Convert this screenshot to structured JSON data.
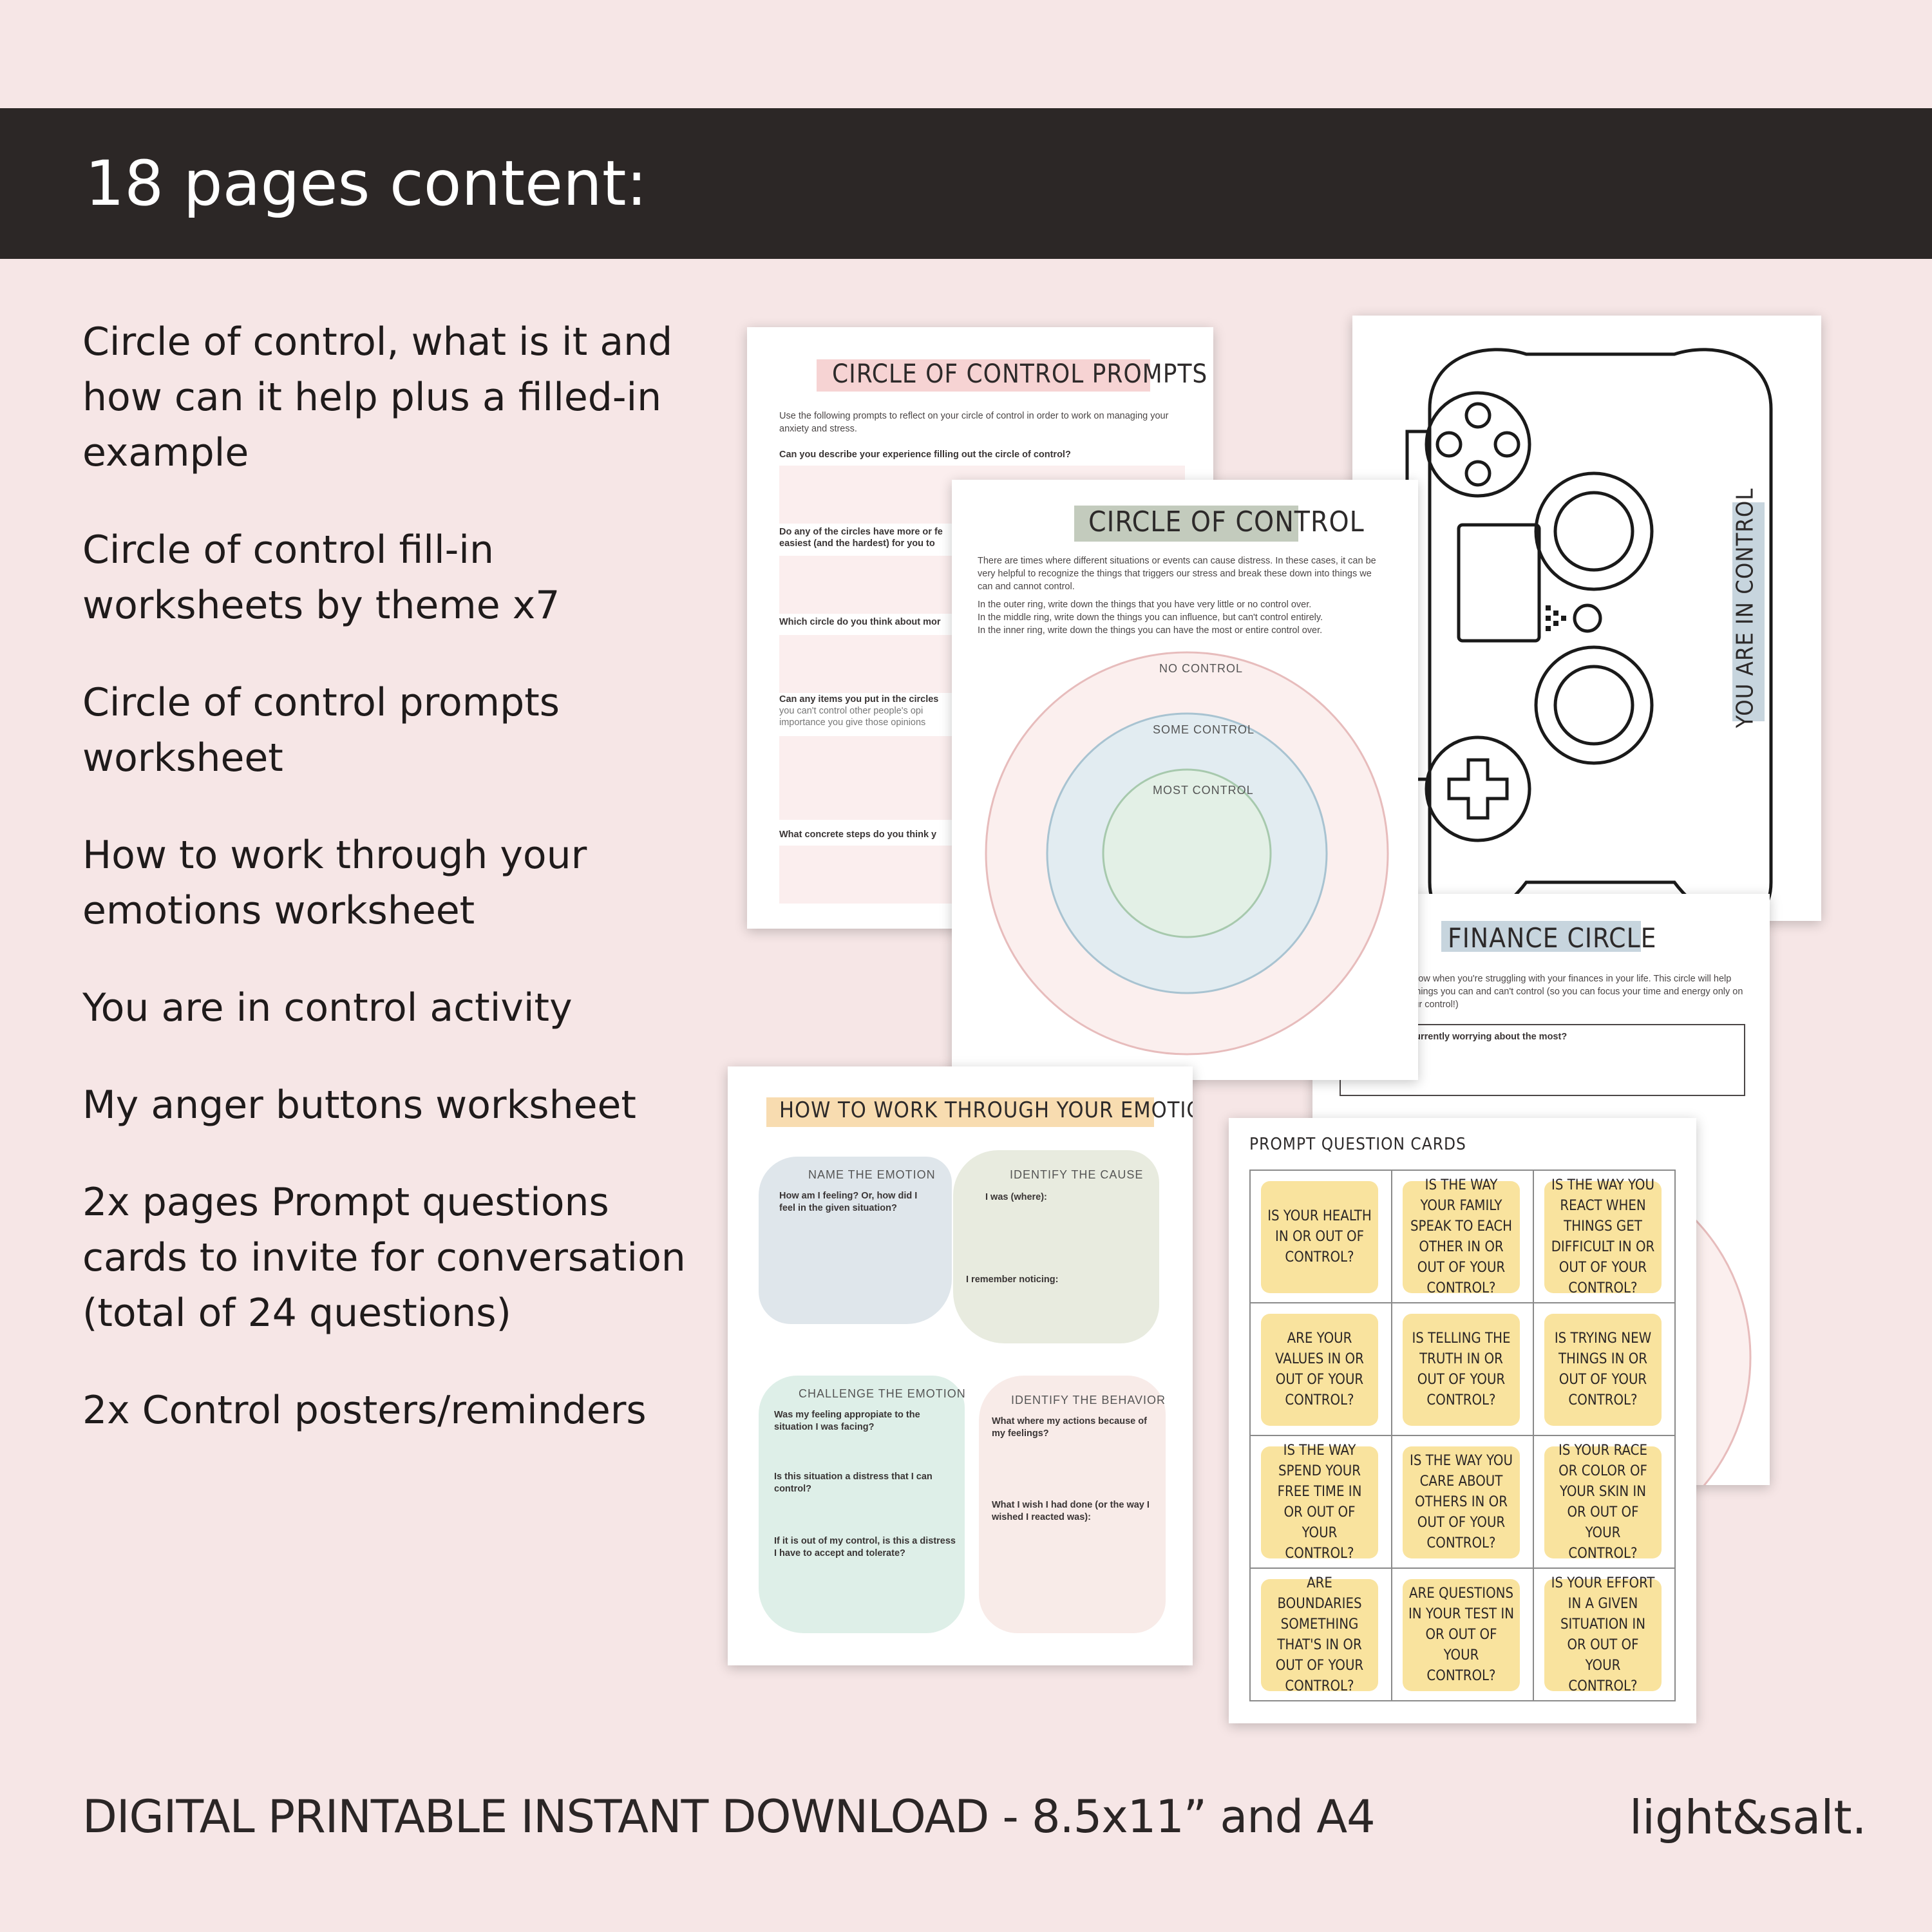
{
  "banner": {
    "title": "18 pages content:"
  },
  "contents": [
    "Circle of control, what is it and how can it help plus a filled-in example",
    "Circle of control fill-in worksheets by theme x7",
    "Circle of control prompts worksheet",
    "How to work through your emotions worksheet",
    "You are in control activity",
    "My anger buttons worksheet",
    "2x pages Prompt questions cards to invite for conversation (total of 24 questions)",
    "2x Control posters/reminders"
  ],
  "prompts_page": {
    "title": "CIRCLE OF CONTROL PROMPTS",
    "intro": "Use the following prompts to reflect on your circle of control in order to work on managing your anxiety and stress.",
    "questions": [
      "Can you describe your experience filling out the circle of control?",
      "Do any of the circles have more or fe",
      "easiest (and the hardest) for you to",
      "Which circle do you think about mor",
      "Can any items you put in the circles",
      "you can't control other people's opi",
      "importance you give those opinions",
      "What concrete steps do you think y"
    ]
  },
  "circle_page": {
    "title": "CIRCLE OF CONTROL",
    "intro": "There are times where different situations or events can cause distress. In these cases, it can be very helpful to recognize the things that triggers our stress and break these down into things we can and cannot control.",
    "instr1": "In the outer ring, write down the things that you have very little or no control over.",
    "instr2": "In the middle ring, write down the things you can influence, but can't control entirely.",
    "instr3": "In the inner ring, write down the things you can have the most or entire control over.",
    "ring_outer": "NO CONTROL",
    "ring_middle": "SOME CONTROL",
    "ring_inner": "MOST CONTROL",
    "colors": {
      "outer": "#fbefee",
      "middle": "#e2ecf1",
      "inner": "#e3f0e6"
    }
  },
  "poster_page": {
    "title": "YOU ARE IN CONTROL",
    "icon": "game-controller-icon"
  },
  "finance_page": {
    "title": "FINANCE CIRCLE",
    "intro": "Fill in the circle below when you're struggling with your finances in your life. This circle will help you visualize the things you can and can't control (so you can focus your time and energy only on what it's within your control!)",
    "box_question": "What are you currently worrying about the most?"
  },
  "emotions_page": {
    "title": "HOW TO WORK THROUGH YOUR EMOTIONS",
    "name_title": "NAME THE EMOTION",
    "name_q": "How am I feeling? Or, how did I feel in the given situation?",
    "cause_title": "IDENTIFY THE CAUSE",
    "cause_q1": "I was (where):",
    "cause_q2": "I remember noticing:",
    "challenge_title": "CHALLENGE THE EMOTION",
    "challenge_q1": "Was my feeling appropiate to the situation I was facing?",
    "challenge_q2": "Is this situation a distress that I can control?",
    "challenge_q3": "If it is out of my control, is this a distress I have to accept and tolerate?",
    "behavior_title": "IDENTIFY THE BEHAVIOR",
    "behavior_q1": "What where my actions because of my feelings?",
    "behavior_q2": "What I wish I had done (or the way I wished I reacted was):"
  },
  "cards_page": {
    "title": "PROMPT QUESTION CARDS",
    "cards": [
      "IS YOUR HEALTH IN OR OUT OF CONTROL?",
      "IS THE WAY YOUR FAMILY SPEAK TO EACH OTHER IN OR OUT OF YOUR CONTROL?",
      "IS THE WAY YOU REACT WHEN THINGS GET DIFFICULT IN OR OUT OF YOUR CONTROL?",
      "ARE YOUR VALUES IN OR OUT OF YOUR CONTROL?",
      "IS TELLING THE TRUTH IN OR OUT OF YOUR CONTROL?",
      "IS TRYING NEW THINGS IN OR OUT OF YOUR CONTROL?",
      "IS THE WAY SPEND YOUR FREE TIME IN OR OUT OF YOUR CONTROL?",
      "IS THE WAY YOU CARE ABOUT OTHERS IN OR OUT OF YOUR CONTROL?",
      "IS YOUR RACE OR COLOR OF YOUR SKIN IN OR OUT OF YOUR CONTROL?",
      "ARE BOUNDARIES SOMETHING THAT'S IN OR OUT OF YOUR CONTROL?",
      "ARE QUESTIONS IN YOUR TEST IN OR OUT OF YOUR CONTROL?",
      "IS YOUR EFFORT IN A GIVEN SITUATION IN OR OUT OF YOUR CONTROL?"
    ]
  },
  "footer": {
    "text": "DIGITAL PRINTABLE INSTANT DOWNLOAD - 8.5x11” and A4",
    "brand": "light&salt."
  }
}
